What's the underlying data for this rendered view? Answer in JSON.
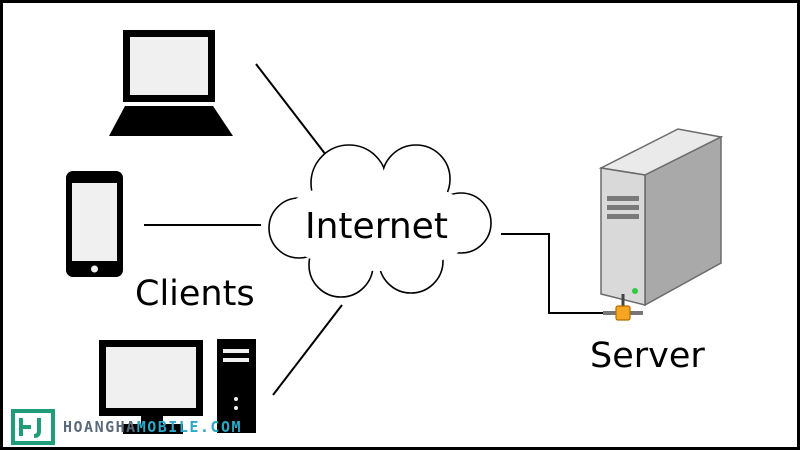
{
  "diagram": {
    "cloud_label": "Internet",
    "clients_label": "Clients",
    "server_label": "Server"
  },
  "watermark": {
    "text_part1": "HOANGHA",
    "text_part2": "MOBILE.COM",
    "logo_color": "#1f9d7a",
    "accent_color": "#2ba8c8"
  },
  "colors": {
    "background": "#ffffff",
    "frame": "#000000",
    "device_screen": "#f0f0f0",
    "connector": "#f6a623"
  }
}
